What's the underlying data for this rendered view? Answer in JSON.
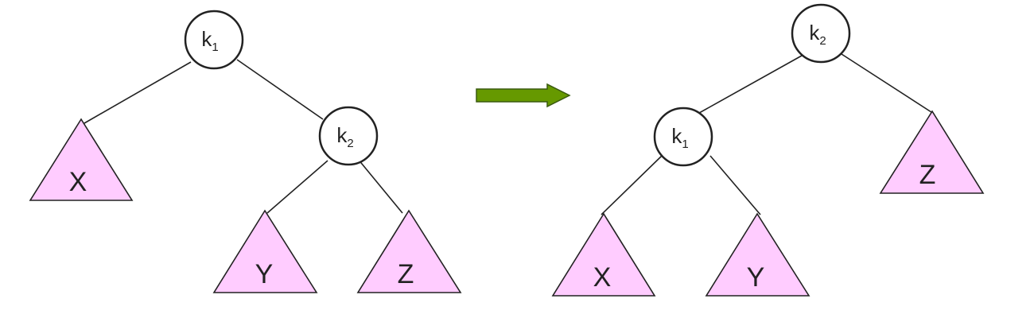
{
  "colors": {
    "subtree_fill": "#ffccff",
    "arrow_fill": "#669900"
  },
  "before": {
    "nodes": [
      {
        "letter": "k",
        "sub": "1"
      },
      {
        "letter": "k",
        "sub": "2"
      }
    ],
    "subtrees": [
      "X",
      "Y",
      "Z"
    ]
  },
  "after": {
    "nodes": [
      {
        "letter": "k",
        "sub": "2"
      },
      {
        "letter": "k",
        "sub": "1"
      }
    ],
    "subtrees": [
      "X",
      "Y",
      "Z"
    ]
  },
  "arrow_icon": "right-arrow-icon"
}
